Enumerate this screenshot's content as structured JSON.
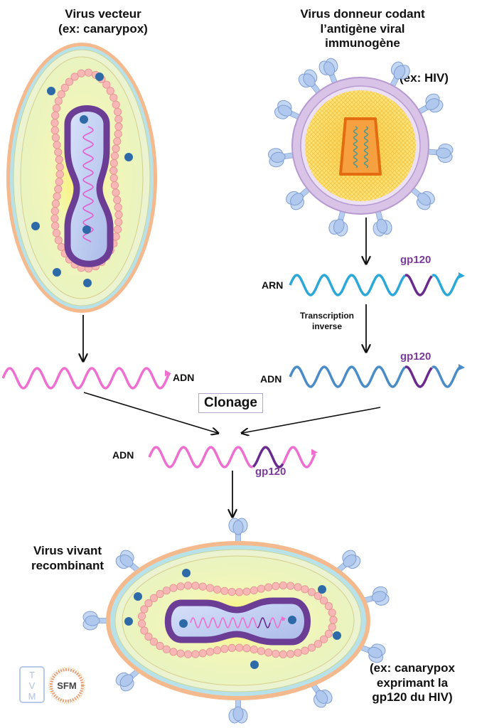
{
  "titles": {
    "vector_virus": [
      "Virus vecteur",
      "(ex: canarypox)"
    ],
    "donor_virus": [
      "Virus donneur codant",
      "l’antigène viral",
      "immunogène"
    ],
    "donor_example": "(ex: HIV)",
    "recombinant_virus": [
      "Virus vivant",
      "recombinant"
    ],
    "recombinant_example": [
      "(ex: canarypox",
      "exprimant la",
      "gp120 du HIV)"
    ]
  },
  "labels": {
    "arn": "ARN",
    "adn": "ADN",
    "gene": "gp120",
    "reverse_transcription": [
      "Transcription",
      "inverse"
    ],
    "cloning": "Clonage"
  },
  "logos": {
    "tvm": "TVM",
    "sfm": "SFM"
  },
  "colors": {
    "vector_dna": "#ee6fcf",
    "rna": "#2aa8d8",
    "donor_dna": "#4a8cc8",
    "gene_segment": "#6a2b8e",
    "capsid_ring": "#f7b7b4",
    "core_wall": "#6b3d95",
    "core_fill": "#c8d4f4",
    "dots": "#2f6aa8",
    "envelope_outer": "#f4b98d",
    "envelope_mid": "#b8e2ea",
    "envelope_inner": "#eff6c4",
    "hiv_membrane": "#c8a8dc",
    "hiv_core": "#f8d54c",
    "spike": "#b5cdee"
  }
}
